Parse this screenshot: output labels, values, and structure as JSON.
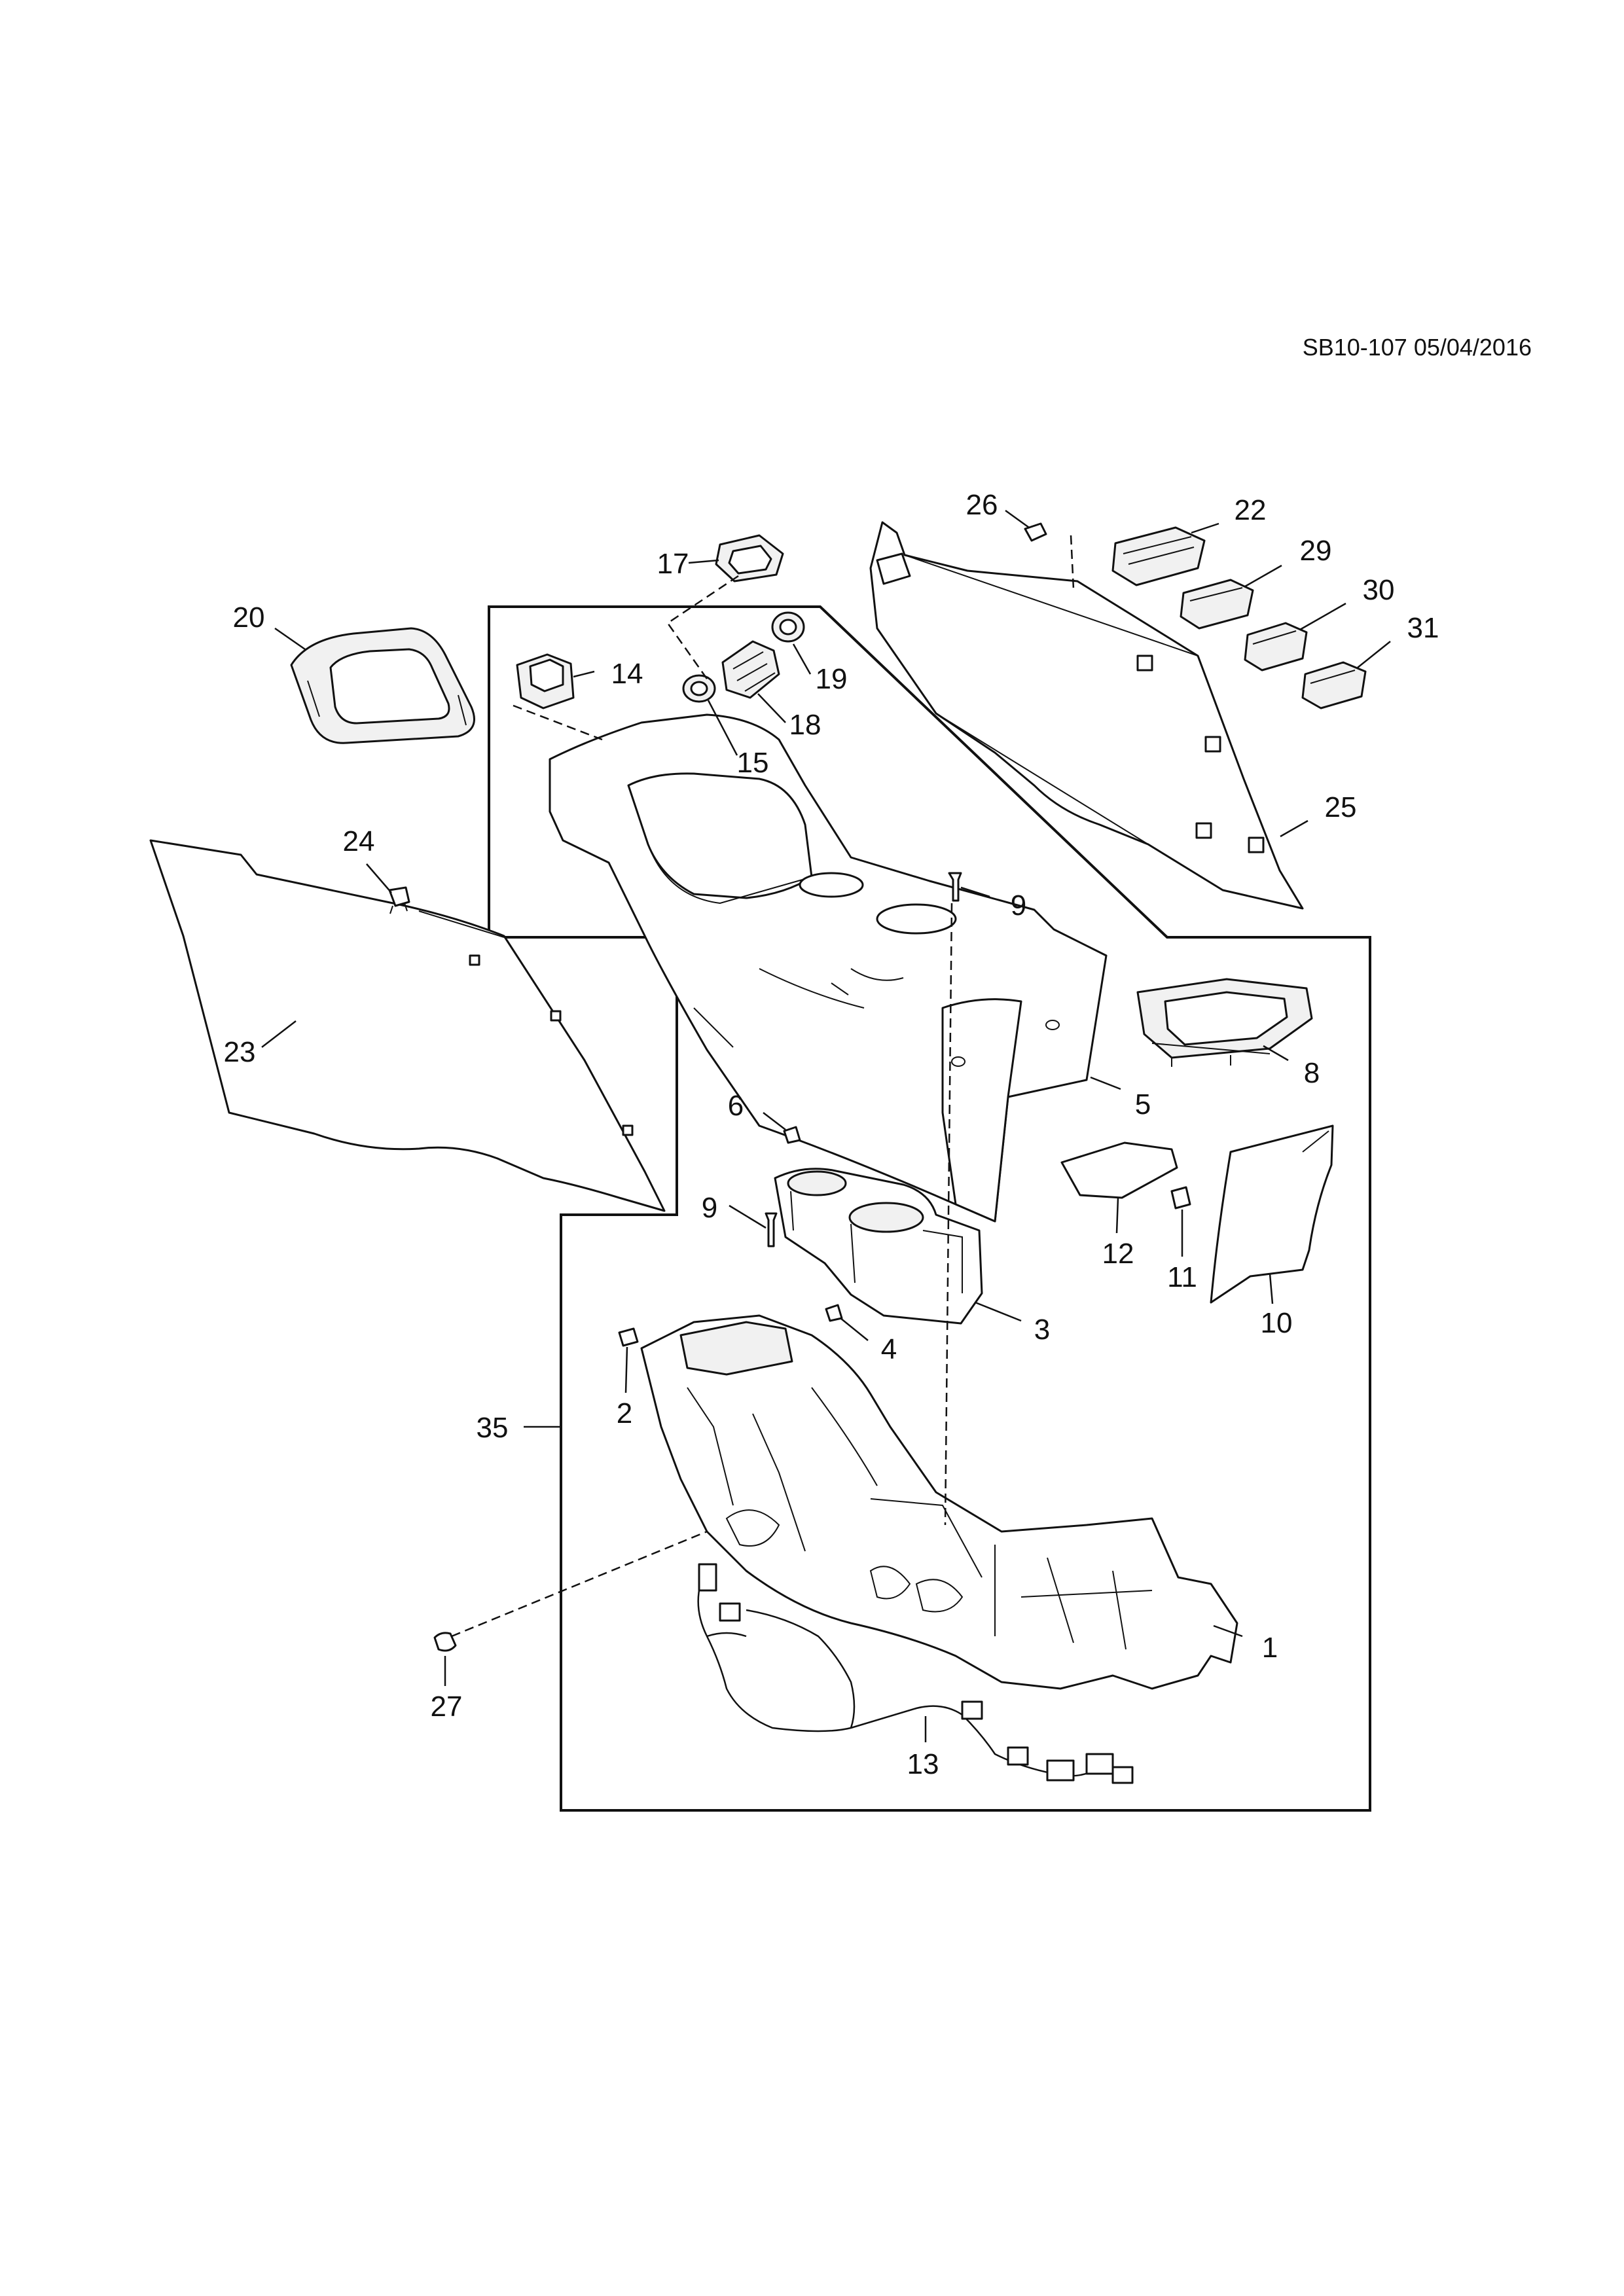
{
  "document_ref": "SB10-107 05/04/2016",
  "callouts": {
    "c1": "1",
    "c2": "2",
    "c3": "3",
    "c4": "4",
    "c5": "5",
    "c6": "6",
    "c8": "8",
    "c9a": "9",
    "c9b": "9",
    "c10": "10",
    "c11": "11",
    "c12": "12",
    "c13": "13",
    "c14": "14",
    "c15": "15",
    "c17": "17",
    "c18": "18",
    "c19": "19",
    "c20": "20",
    "c22": "22",
    "c23": "23",
    "c24": "24",
    "c25": "25",
    "c26": "26",
    "c27": "27",
    "c29": "29",
    "c30": "30",
    "c31": "31",
    "c35": "35"
  }
}
